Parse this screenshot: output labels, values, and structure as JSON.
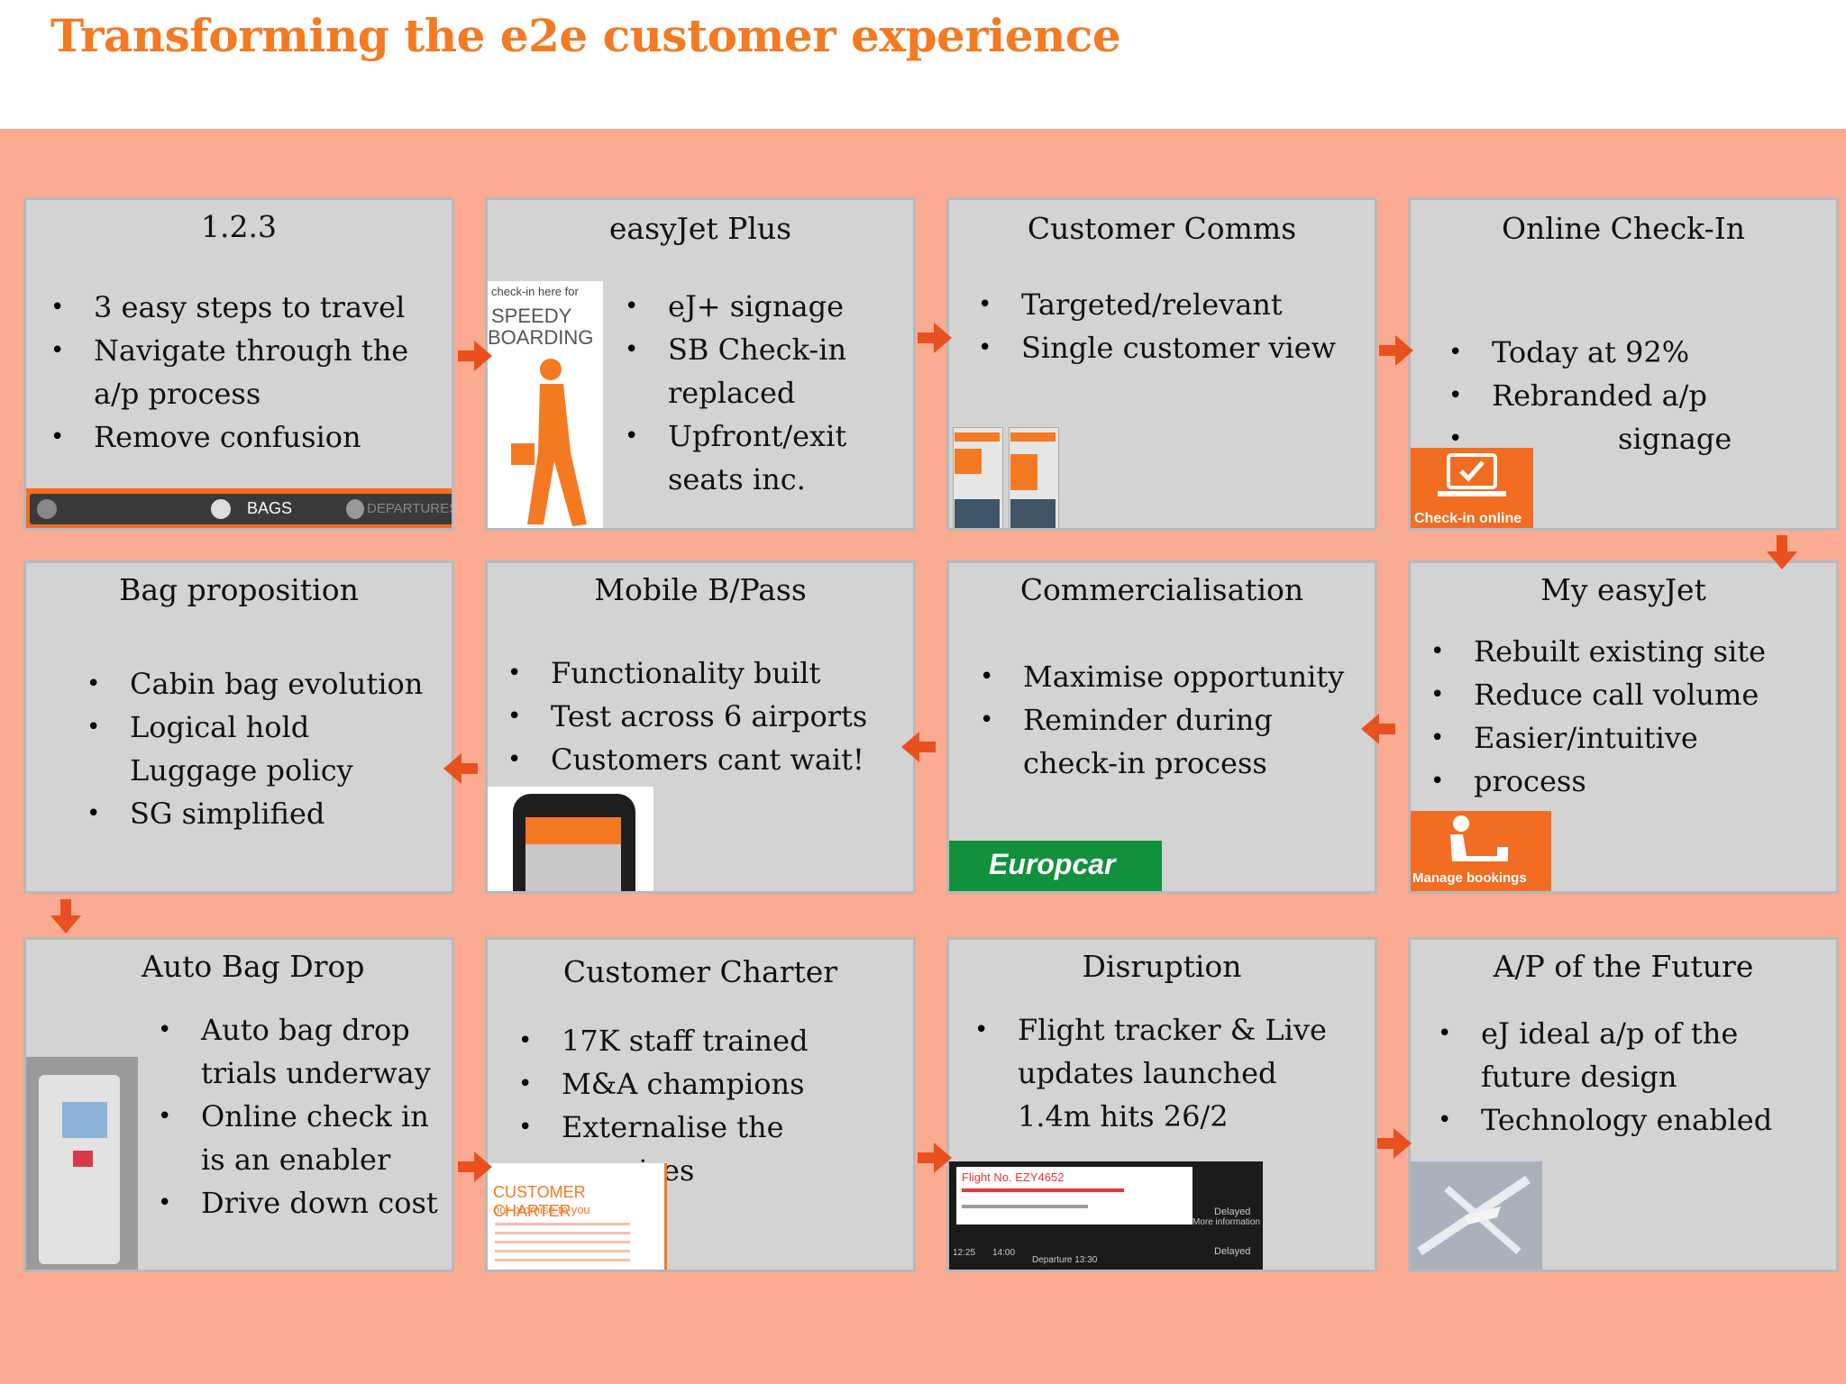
{
  "title": "Transforming the e2e customer experience",
  "cards": [
    {
      "title": "1.2.3",
      "bullets": [
        "3 easy steps to travel",
        "Navigate through the a/p process",
        "Remove confusion"
      ]
    },
    {
      "title": "easyJet Plus",
      "bullets": [
        "eJ+ signage",
        "SB Check-in replaced",
        "Upfront/exit seats inc."
      ]
    },
    {
      "title": "Customer Comms",
      "bullets": [
        "Targeted/relevant",
        "Single customer view"
      ]
    },
    {
      "title": "Online Check-In",
      "bullets": [
        "Today at 92%",
        "Rebranded a/p",
        "signage"
      ]
    },
    {
      "title": "Bag proposition",
      "bullets": [
        "Cabin bag evolution",
        "Logical hold Luggage policy",
        "SG simplified"
      ]
    },
    {
      "title": "Mobile B/Pass",
      "bullets": [
        "Functionality built",
        "Test across 6 airports",
        "Customers cant wait!"
      ]
    },
    {
      "title": "Commercialisation",
      "bullets": [
        "Maximise opportunity",
        "Reminder during check-in process"
      ]
    },
    {
      "title": "My easyJet",
      "bullets": [
        "Rebuilt existing site",
        "Reduce call volume",
        "Easier/intuitive",
        "process"
      ]
    },
    {
      "title": "Auto Bag Drop",
      "bullets": [
        "Auto bag drop trials underway",
        "Online check in is an enabler",
        "Drive down cost"
      ]
    },
    {
      "title": "Customer Charter",
      "bullets": [
        "17K staff trained",
        "M&A champions",
        "Externalise the promises"
      ]
    },
    {
      "title": "Disruption",
      "bullets": [
        "Flight tracker & Live updates launched 1.4m hits 26/2"
      ]
    },
    {
      "title": "A/P of the Future",
      "bullets": [
        "eJ ideal a/p of the future design",
        "Technology enabled"
      ]
    }
  ],
  "images": {
    "steps_bar": {
      "step2": "BAGS",
      "step3": "DEPARTURES"
    },
    "speedy": {
      "top": "check-in here for",
      "line1": "SPEEDY",
      "line2": "BOARDING"
    },
    "checkin_online": "Check-in online",
    "manage_bookings": "Manage bookings",
    "europcar": "Europcar",
    "charter_doc": "CUSTOMER CHARTER",
    "charter_sub": "our promise to you",
    "flight_popup": "Flight No. EZY4652",
    "flight_status": "Delayed",
    "flight_info": "More information",
    "flight_sub": "Departure 13:30",
    "flight_time": "12:25",
    "flight_time2": "14:00"
  },
  "colors": {
    "brand": "#f47a22",
    "background": "#fbab91",
    "card": "#d3d3d3",
    "arrow": "#e8501d"
  }
}
